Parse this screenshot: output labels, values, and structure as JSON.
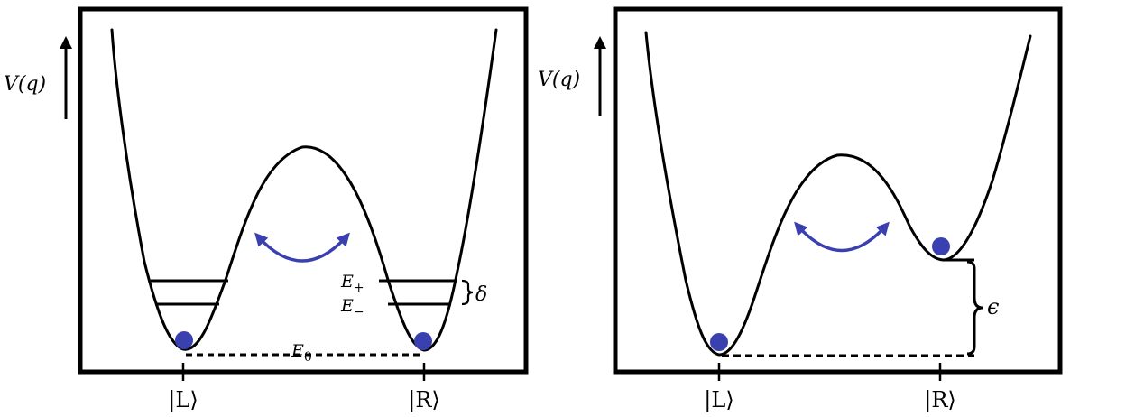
{
  "colors": {
    "curve": "#000000",
    "particle": "#3a40b0",
    "tunnel_arrow": "#3a40b0",
    "frame": "#000000"
  },
  "icons": {
    "axis_arrow": "arrow-up-icon",
    "tunneling": "double-headed-curved-arrow-icon",
    "particle": "filled-circle-icon",
    "brace": "curly-brace-icon"
  },
  "left_panel": {
    "axis_label": "V(q)",
    "level_upper": "E",
    "level_upper_sub": "+",
    "level_lower": "E",
    "level_lower_sub": "−",
    "ground_level": "E",
    "ground_level_sub": "0",
    "splitting_label": "δ",
    "ket_left": "|L⟩",
    "ket_right": "|R⟩"
  },
  "right_panel": {
    "axis_label": "V(q)",
    "bias_label": "ϵ",
    "ket_left": "|L⟩",
    "ket_right": "|R⟩"
  }
}
